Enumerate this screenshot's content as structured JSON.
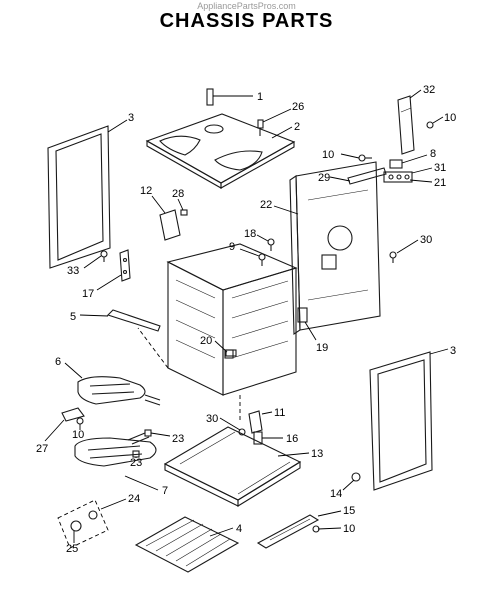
{
  "watermark": "AppliancePartsPros.com",
  "title": "CHASSIS PARTS",
  "callouts": {
    "c1": "1",
    "c2": "2",
    "c3a": "3",
    "c3b": "3",
    "c4": "4",
    "c5": "5",
    "c6": "6",
    "c7": "7",
    "c8": "8",
    "c9": "9",
    "c10a": "10",
    "c10b": "10",
    "c10c": "10",
    "c10d": "10",
    "c11": "11",
    "c12": "12",
    "c13": "13",
    "c14": "14",
    "c15": "15",
    "c16": "16",
    "c17": "17",
    "c18": "18",
    "c19": "19",
    "c20": "20",
    "c21": "21",
    "c22": "22",
    "c23a": "23",
    "c23b": "23",
    "c24": "24",
    "c25": "25",
    "c26": "26",
    "c27": "27",
    "c28": "28",
    "c29": "29",
    "c30a": "30",
    "c30b": "30",
    "c31": "31",
    "c32": "32",
    "c33": "33"
  }
}
